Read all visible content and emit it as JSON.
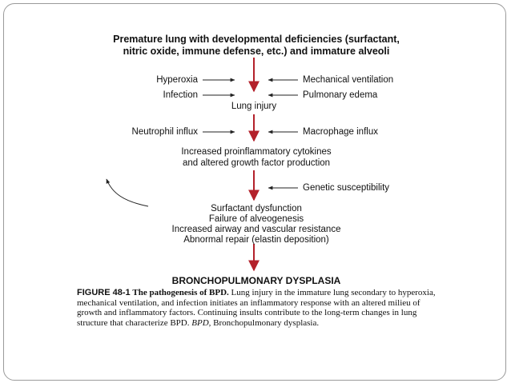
{
  "colors": {
    "main_arrow": "#b3212b",
    "side_arrow": "#222222",
    "frame": "#9a9a9a"
  },
  "diagram": {
    "top_line1": "Premature lung with developmental deficiencies (surfactant,",
    "top_line2": "nitric oxide, immune defense, etc.) and immature alveoli",
    "left_input1": "Hyperoxia",
    "left_input2": "Infection",
    "right_input1": "Mechanical ventilation",
    "right_input2": "Pulmonary edema",
    "lung_injury": "Lung injury",
    "left_input3": "Neutrophil influx",
    "right_input3": "Macrophage influx",
    "cytokines_line1": "Increased proinflammatory cytokines",
    "cytokines_line2": "and altered growth factor production",
    "right_input4": "Genetic susceptibility",
    "outcome1": "Surfactant dysfunction",
    "outcome2": "Failure of alveogenesis",
    "outcome3": "Increased airway and vascular resistance",
    "outcome4": "Abnormal repair (elastin deposition)",
    "final": "BRONCHOPULMONARY DYSPLASIA"
  },
  "caption": {
    "figure_label": "FIGURE 48-1",
    "title": "The pathogenesis of BPD.",
    "body": "Lung injury in the immature lung secondary to hyperoxia, mechanical ventilation, and infection initiates an inflammatory response with an altered milieu of growth and inflammatory factors. Continuing insults contribute to the long-term changes in lung structure that characterize BPD.",
    "abbr": "BPD,",
    "abbr_def": "Bronchopulmonary dysplasia."
  }
}
